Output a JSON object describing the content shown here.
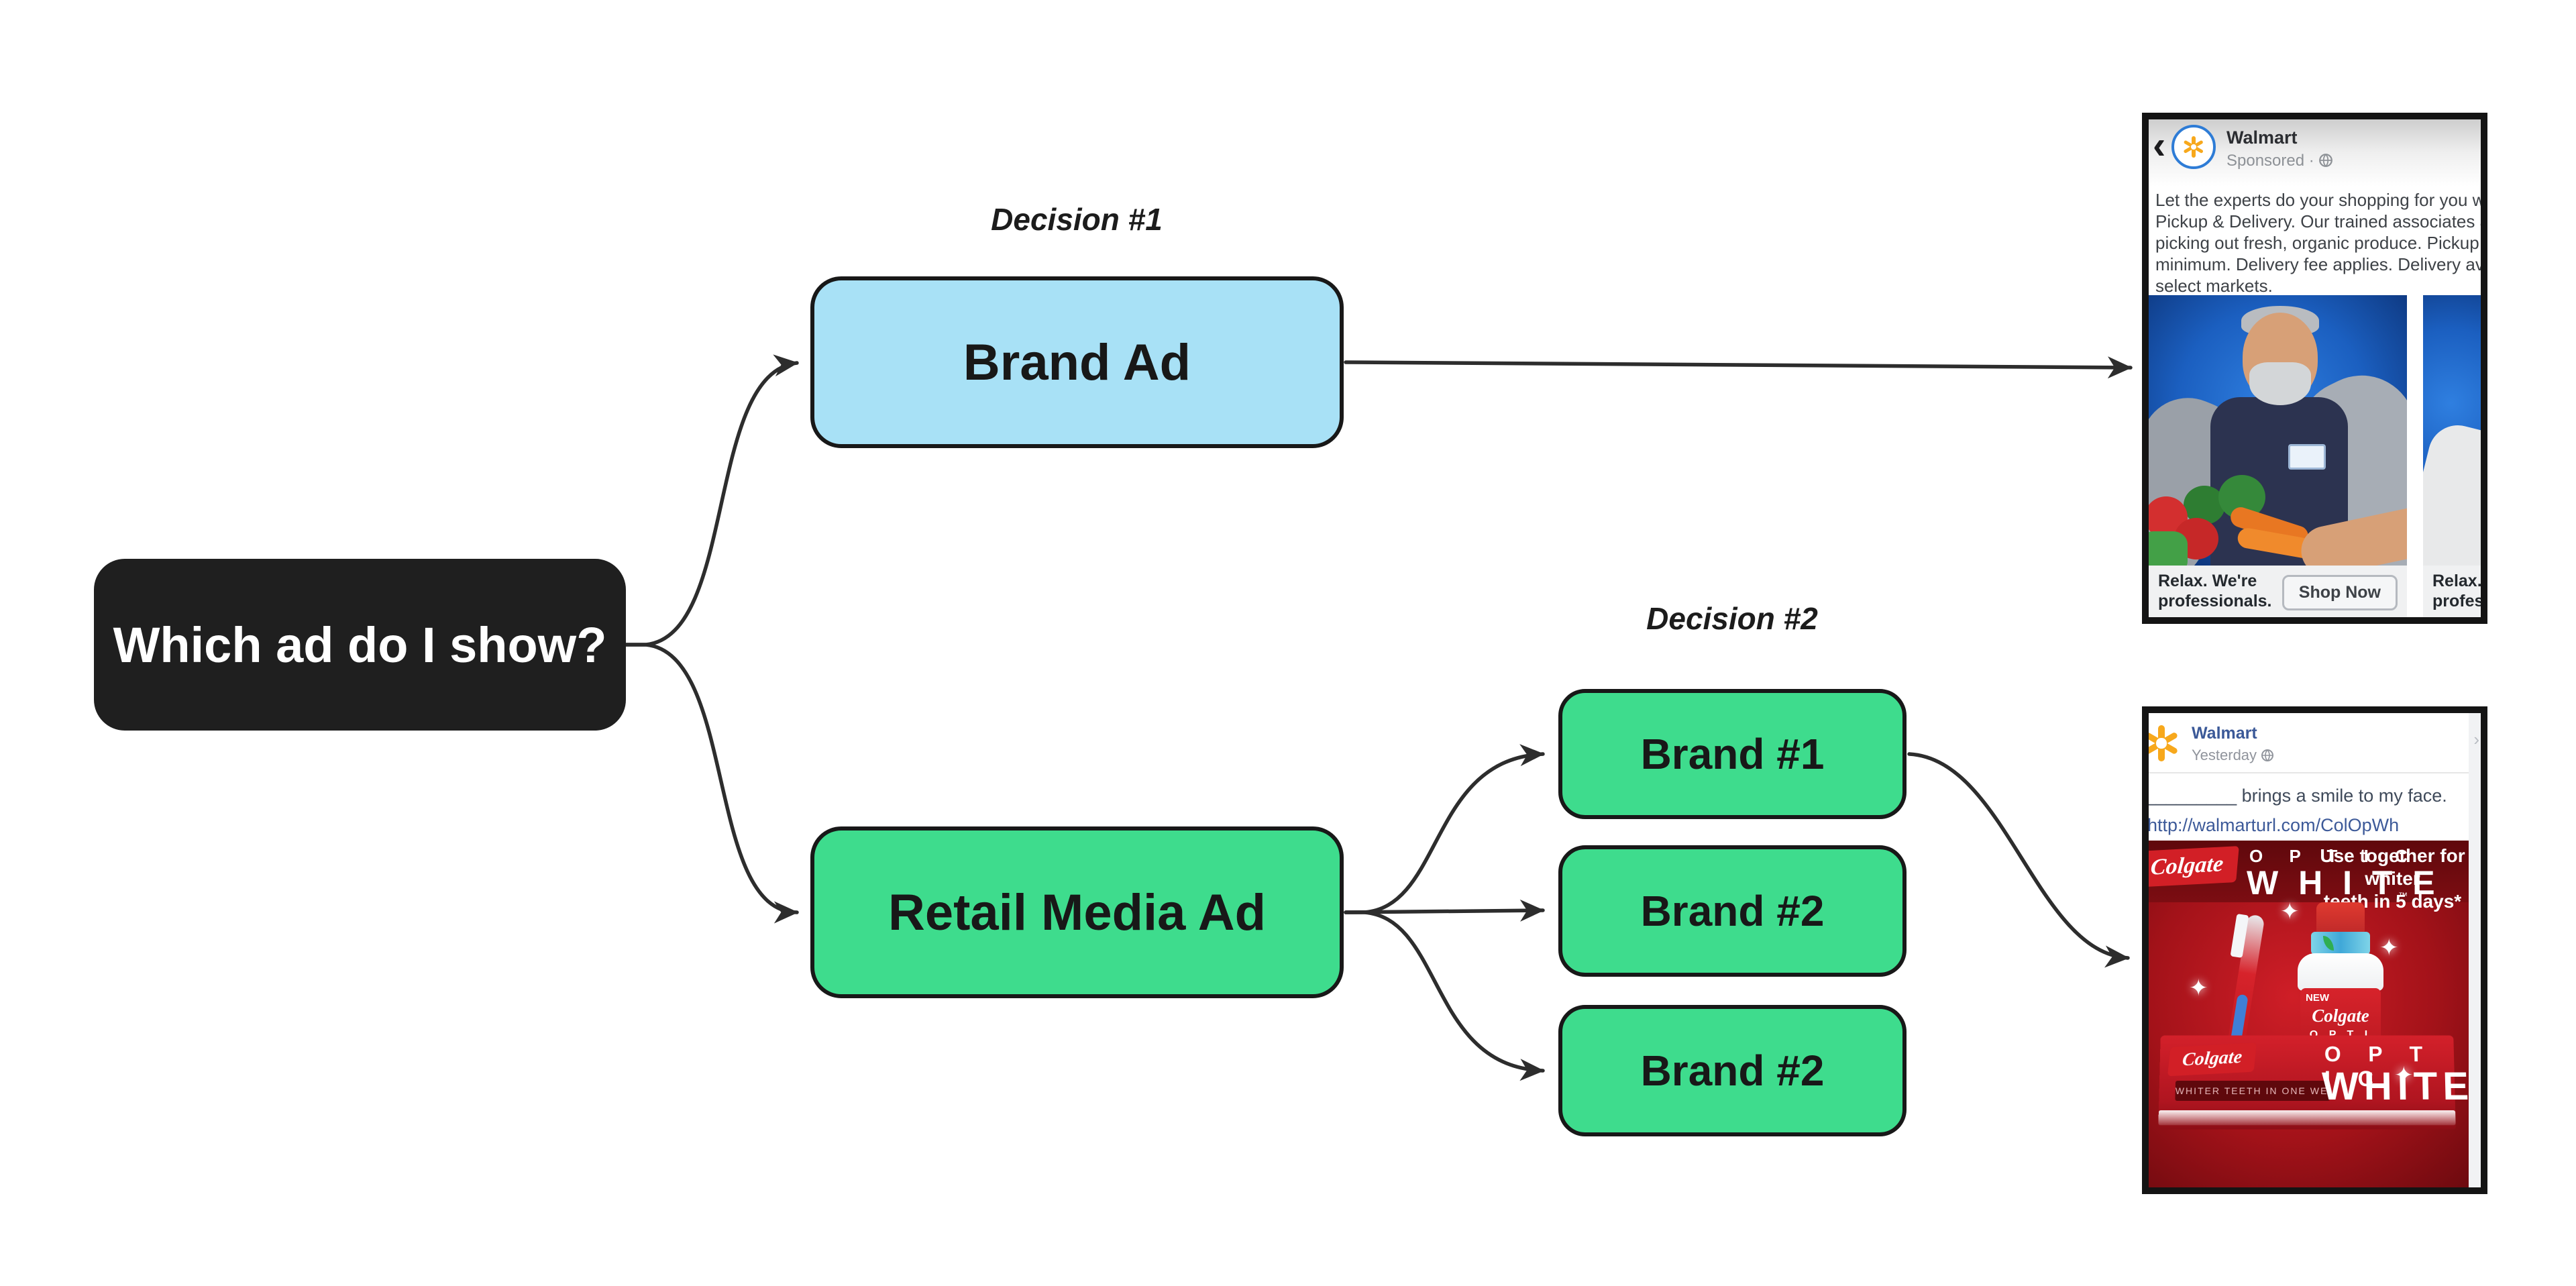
{
  "diagram": {
    "root_label": "Which ad do I show?",
    "decision1_label": "Decision #1",
    "decision2_label": "Decision #2",
    "brand_ad_label": "Brand Ad",
    "retail_media_label": "Retail Media Ad",
    "brand1_label": "Brand #1",
    "brand2a_label": "Brand #2",
    "brand2b_label": "Brand #2"
  },
  "colors": {
    "node_black": "#1f1f1f",
    "node_blue": "#a8e1f6",
    "node_green": "#3edc8d",
    "node_border": "#181818",
    "arrow": "#2d2d2d",
    "facebook_blue": "#3b5998",
    "link_blue": "#3d5a99",
    "colgate_red": "#b01218",
    "walmart_yellow": "#f7a81c",
    "walmart_ring_blue": "#2e7cd6"
  },
  "top_ad": {
    "back_icon": "‹",
    "advertiser": "Walmart",
    "meta": "Sponsored · ",
    "body_lines": [
      "Let the experts do your shopping for you with Gro",
      "Pickup & Delivery. Our trained associates are pros",
      "picking out fresh, organic produce. Pickup is free.",
      "minimum. Delivery fee applies. Delivery available i",
      "select markets."
    ],
    "card1": {
      "caption_line1": "Relax. We're",
      "caption_line2": "professionals.",
      "cta": "Shop Now"
    },
    "card2": {
      "caption_line1": "Relax.",
      "caption_line2": "profes"
    }
  },
  "bottom_ad": {
    "page": "Walmart",
    "time": "Yesterday ",
    "post_text": "_________ brings a smile to my face.",
    "link": "http://walmarturl.com/ColOpWh",
    "curl_icon": "›",
    "creative": {
      "logo": "Colgate",
      "optic": "O P T I C",
      "white": "W H I T E",
      "tm": "™",
      "headline1": "Use together for whiter",
      "headline2": "teeth in 5 days*",
      "new_badge": "NEW",
      "bottle_logo": "Colgate",
      "bottle_optic": "O P T I C",
      "bottle_white": "WHITE",
      "brush_tag": "Colgate",
      "stand_logo": "Colgate",
      "stand_sub": "WHITER TEETH IN ONE WEEK",
      "stand_optic": "O P T I C",
      "stand_white": "WHITE",
      "sparkle_glyph": "✦"
    }
  }
}
